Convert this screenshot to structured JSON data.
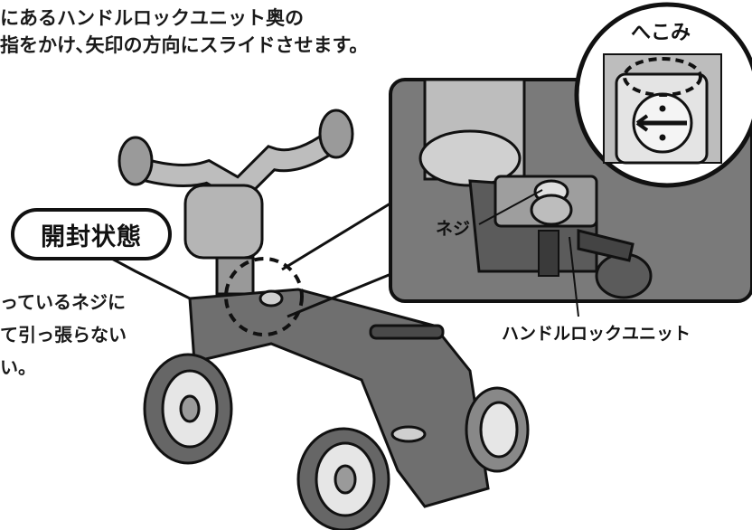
{
  "instructions": {
    "line1": "にあるハンドルロックユニット奥の",
    "line2": "指をかけ､矢印の方向にスライドさせます。"
  },
  "state_badge": "開封状態",
  "side_note": {
    "line1": "っているネジに",
    "line2": "て引っ張らない",
    "line3": "い。"
  },
  "callouts": {
    "screw": "ネジ",
    "handle_lock_unit": "ハンドルロックユニット",
    "dent": "へこみ"
  },
  "colors": {
    "body_gray": "#6f6f6f",
    "light_gray": "#b8b8b8",
    "dark": "#111111"
  }
}
